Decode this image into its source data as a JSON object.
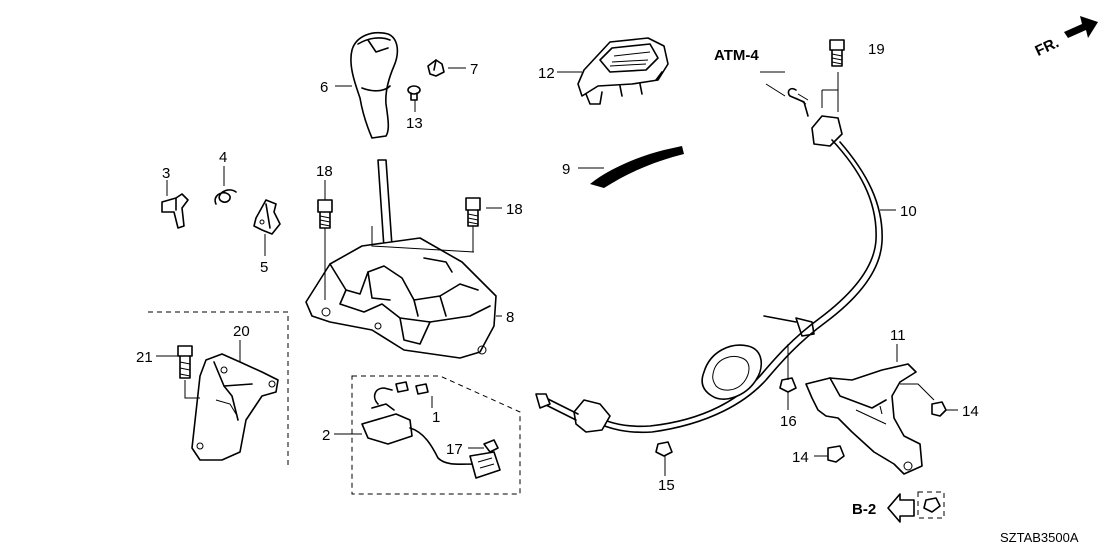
{
  "diagram": {
    "title": "Shift lever / select cable parts diagram",
    "code": "SZTAB3500A",
    "front_marker": "FR.",
    "refs": {
      "atm": "ATM-4",
      "b2": "B-2"
    },
    "callouts": [
      "1",
      "2",
      "3",
      "4",
      "5",
      "6",
      "7",
      "8",
      "9",
      "10",
      "11",
      "12",
      "13",
      "14",
      "14",
      "15",
      "16",
      "17",
      "18",
      "18",
      "19",
      "20",
      "21"
    ]
  }
}
